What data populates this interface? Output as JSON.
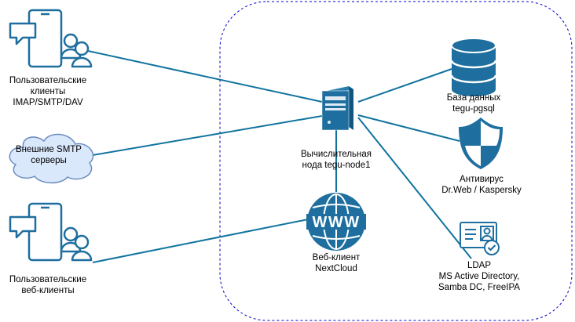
{
  "nodes": {
    "imap_clients": {
      "label": "Пользовательские\nклиенты\nIMAP/SMTP/DAV",
      "icon": "mobile-user-chat-icon"
    },
    "smtp_servers": {
      "label": "Внешние SMTP\nсерверы",
      "icon": "cloud-icon"
    },
    "web_clients": {
      "label": "Пользовательские\nвеб-клиенты",
      "icon": "mobile-user-chat-icon"
    },
    "compute_node": {
      "label": "Вычислительная\nнода tegu-node1",
      "icon": "server-tower-icon"
    },
    "nextcloud": {
      "label": "Веб-клиент\nNextCloud",
      "icon": "www-globe-icon"
    },
    "database": {
      "label": "База данных\ntegu-pgsql",
      "icon": "database-icon"
    },
    "antivirus": {
      "label": "Антивирус\nDr.Web / Kaspersky",
      "icon": "shield-icon"
    },
    "ldap": {
      "label": "LDAP\nMS Active Directory,\nSamba DC, FreeIPA",
      "icon": "id-card-check-icon"
    }
  },
  "colors": {
    "stroke": "#10739e",
    "fill": "#1e6f9f",
    "boundary": "#0000cc",
    "cloud_fill": "#dae8fc"
  }
}
